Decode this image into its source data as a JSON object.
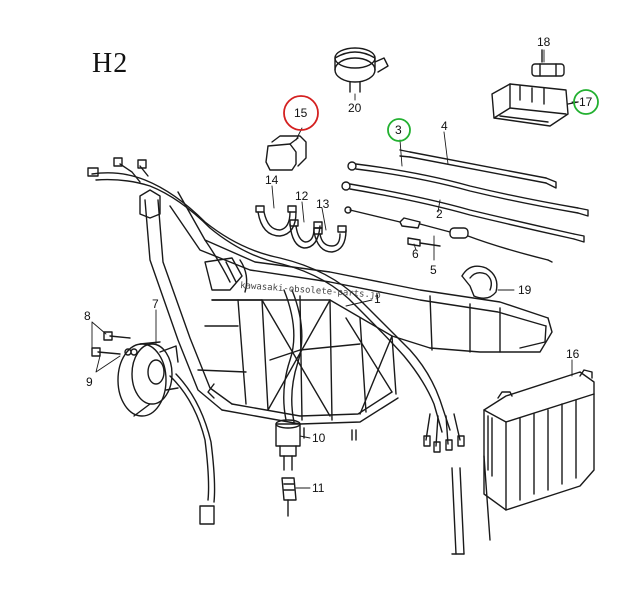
{
  "diagram": {
    "title": "H2",
    "watermark": "kawasaki-obsolete-parts.jp",
    "colors": {
      "line": "#1a1a1a",
      "highlight_red": "#d42020",
      "highlight_green": "#22b030"
    },
    "labels": [
      {
        "id": "l1",
        "text": "1"
      },
      {
        "id": "l2",
        "text": "2"
      },
      {
        "id": "l3",
        "text": "3",
        "circle": "green"
      },
      {
        "id": "l4",
        "text": "4"
      },
      {
        "id": "l5",
        "text": "5"
      },
      {
        "id": "l6",
        "text": "6"
      },
      {
        "id": "l7",
        "text": "7"
      },
      {
        "id": "l8",
        "text": "8"
      },
      {
        "id": "l9",
        "text": "9"
      },
      {
        "id": "l10",
        "text": "10"
      },
      {
        "id": "l11",
        "text": "11"
      },
      {
        "id": "l12",
        "text": "12"
      },
      {
        "id": "l13",
        "text": "13"
      },
      {
        "id": "l14",
        "text": "14"
      },
      {
        "id": "l15",
        "text": "15",
        "circle": "red"
      },
      {
        "id": "l16",
        "text": "16"
      },
      {
        "id": "l17",
        "text": "17",
        "circle": "green"
      },
      {
        "id": "l18",
        "text": "18"
      },
      {
        "id": "l19",
        "text": "19"
      },
      {
        "id": "l20",
        "text": "20"
      }
    ]
  }
}
